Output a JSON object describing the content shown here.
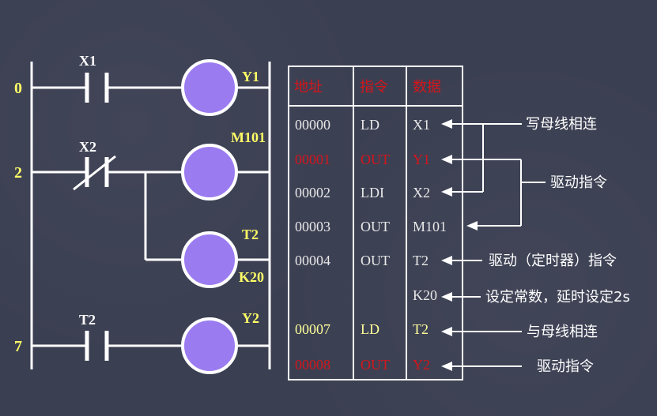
{
  "ladder": {
    "step_numbers": [
      "0",
      "2",
      "7"
    ],
    "contacts": [
      {
        "label": "X1",
        "type": "normally-open"
      },
      {
        "label": "X2",
        "type": "normally-closed"
      },
      {
        "label": "T2",
        "type": "normally-open"
      }
    ],
    "coils": [
      {
        "label": "Y1"
      },
      {
        "label": "M101"
      },
      {
        "label": "T2",
        "setting": "K20"
      },
      {
        "label": "Y2"
      }
    ]
  },
  "table": {
    "headers": [
      "地址",
      "指令",
      "数据"
    ],
    "rows": [
      {
        "address": "00000",
        "instruction": "LD",
        "data": "X1",
        "color": "#e8e8e8"
      },
      {
        "address": "00001",
        "instruction": "OUT",
        "data": "Y1",
        "color": "#d4161c"
      },
      {
        "address": "00002",
        "instruction": "LDI",
        "data": "X2",
        "color": "#e8e8e8"
      },
      {
        "address": "00003",
        "instruction": "OUT",
        "data": "M101",
        "color": "#e8e8e8"
      },
      {
        "address": "00004",
        "instruction": "OUT",
        "data": "T2",
        "color": "#e8e8e8"
      },
      {
        "address": "",
        "instruction": "",
        "data": "K20",
        "color": "#e8e8e8"
      },
      {
        "address": "00007",
        "instruction": "LD",
        "data": "T2",
        "color": "#ffff99"
      },
      {
        "address": "00008",
        "instruction": "OUT",
        "data": "Y2",
        "color": "#d4161c"
      }
    ]
  },
  "annotations": [
    "写母线相连",
    "驱动指令",
    "驱动（定时器）指令",
    "设定常数，延时设定2s",
    "与母线相连",
    "驱动指令"
  ],
  "colors": {
    "background": "#3b3f52",
    "wire": "#ffffff",
    "coil_fill": "#9b7cf0",
    "label_yellow": "#ffff66",
    "header_red": "#d4161c",
    "text_white": "#e8e8e8"
  }
}
